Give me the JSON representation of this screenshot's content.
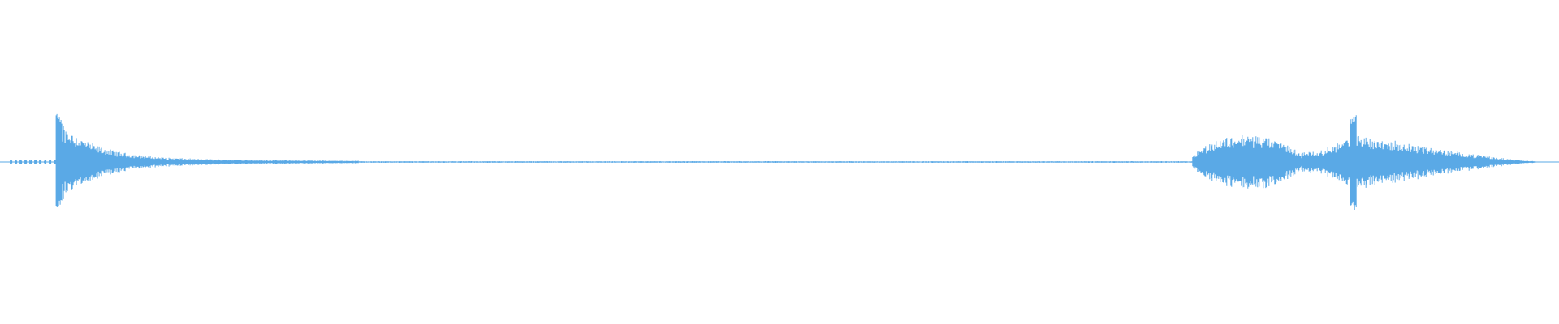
{
  "waveform": {
    "color": "#5aa9e6",
    "background": "#ffffff",
    "segments": [
      {
        "name": "pre-attack-noise",
        "start": 0.005,
        "end": 0.036,
        "peak": 0.015,
        "style": "dashed"
      },
      {
        "name": "transient-attack",
        "start": 0.036,
        "end": 0.23,
        "peak": 0.48,
        "style": "decay"
      },
      {
        "name": "silence",
        "start": 0.23,
        "end": 0.765,
        "peak": 0.005,
        "style": "flat"
      },
      {
        "name": "swell-1",
        "start": 0.765,
        "end": 0.835,
        "peak": 0.18,
        "style": "swell"
      },
      {
        "name": "swell-2",
        "start": 0.835,
        "end": 0.985,
        "peak": 0.2,
        "style": "burst"
      }
    ]
  }
}
